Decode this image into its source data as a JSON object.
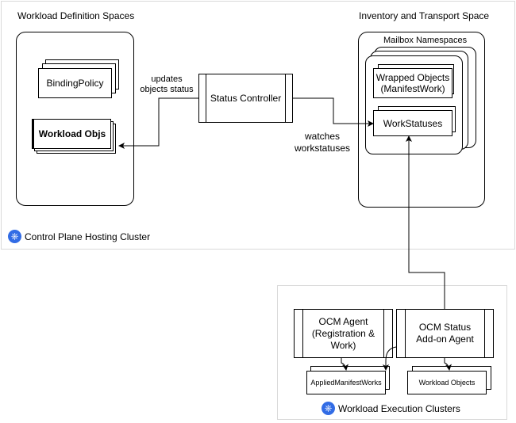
{
  "control_plane": {
    "label": "Control Plane Hosting Cluster",
    "icon": "kubernetes-icon",
    "workload_definition": {
      "title": "Workload Definition Spaces",
      "binding_policy": "BindingPolicy",
      "workload_objs": "Workload Objs"
    },
    "inventory": {
      "title": "Inventory and Transport Space",
      "mailbox_title": "Mailbox Namespaces",
      "wrapped_objects": "Wrapped Objects (ManifestWork)",
      "work_statuses": "WorkStatuses"
    },
    "status_controller": "Status Controller",
    "updates_label": "updates objects status",
    "watches_label": "watches workstatuses"
  },
  "execution": {
    "label": "Workload Execution Clusters",
    "icon": "kubernetes-icon",
    "ocm_agent": "OCM Agent (Registration & Work)",
    "ocm_status_addon": "OCM Status Add-on Agent",
    "applied_manifest_works": "AppliedManifestWorks",
    "workload_objects": "Workload Objects"
  }
}
